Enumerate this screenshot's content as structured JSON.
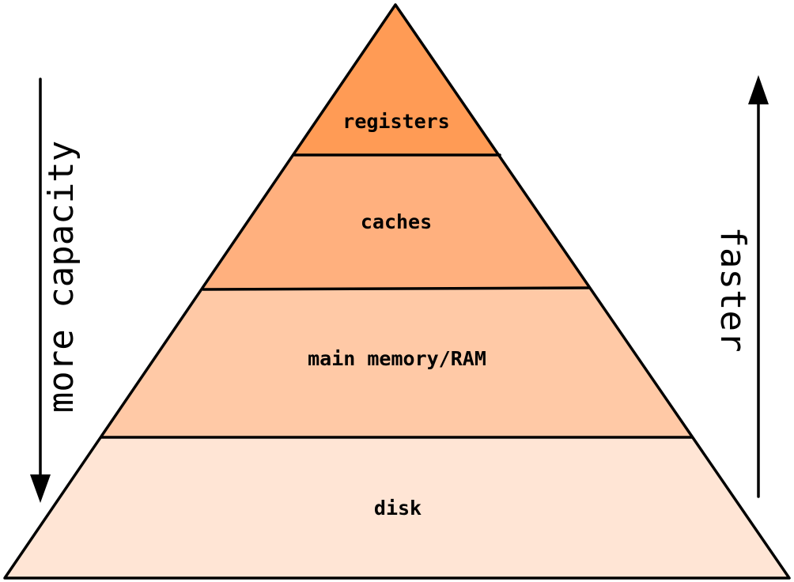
{
  "pyramid": {
    "tiers": [
      {
        "label": "registers",
        "fill": "#FF9B55"
      },
      {
        "label": "caches",
        "fill": "#FFB07E"
      },
      {
        "label": "main memory/RAM",
        "fill": "#FFC9A6"
      },
      {
        "label": "disk",
        "fill": "#FFE5D5"
      }
    ]
  },
  "left_axis": {
    "label": "more capacity",
    "direction": "down"
  },
  "right_axis": {
    "label": "faster",
    "direction": "up"
  },
  "colors": {
    "stroke": "#000000",
    "background": "#FFFFFF"
  }
}
